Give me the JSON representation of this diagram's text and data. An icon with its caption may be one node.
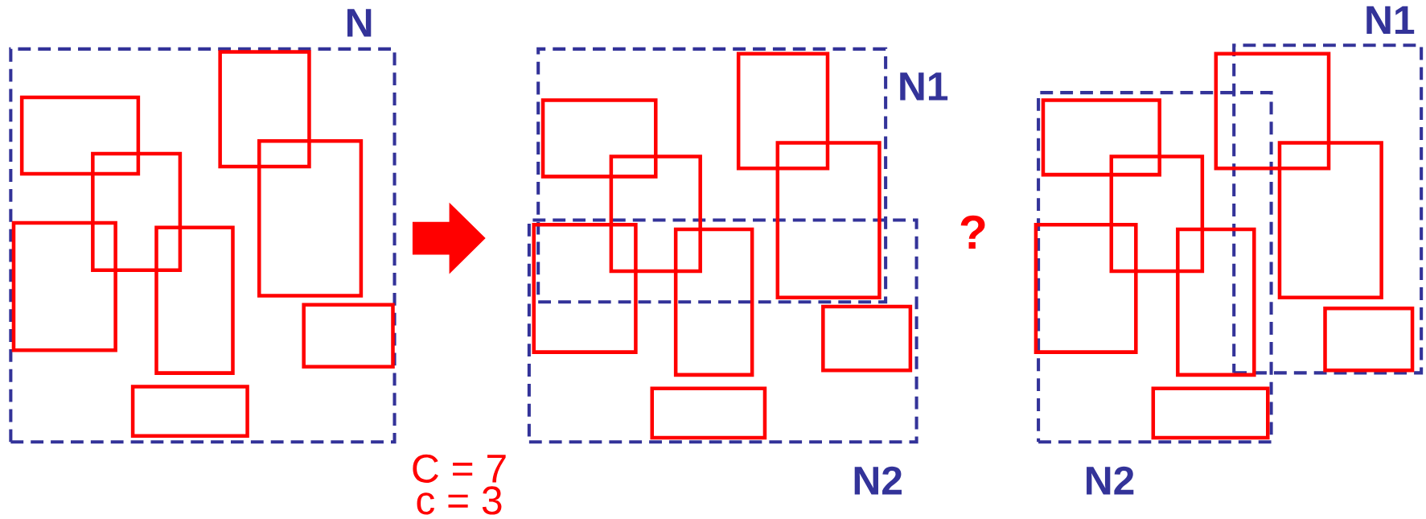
{
  "diagram": {
    "nodes": [
      {
        "text": [
          "N"
        ]
      },
      {
        "text": [],
        "shape": "box",
        "in": 0
      },
      {
        "text": [],
        "shape": "box",
        "in": 0
      },
      {
        "text": [],
        "shape": "box",
        "in": 0
      },
      {
        "text": [],
        "shape": "box",
        "in": 0
      },
      {
        "text": [],
        "shape": "box",
        "in": 0
      },
      {
        "text": [],
        "shape": "box",
        "in": 0
      },
      {
        "text": [],
        "shape": "box",
        "in": 0
      },
      {
        "text": [],
        "shape": "box",
        "in": 0
      },
      {
        "text": [
          "N1"
        ]
      },
      {
        "text": [
          "N2"
        ]
      },
      {
        "text": [],
        "shape": "box",
        "in": 9
      },
      {
        "text": [],
        "shape": "box",
        "in": 9
      },
      {
        "text": [],
        "shape": "box",
        "in": 9
      },
      {
        "text": [],
        "shape": "box",
        "in": 9
      },
      {
        "text": [],
        "shape": "box",
        "in": 10
      },
      {
        "text": [],
        "shape": "box",
        "in": 10
      },
      {
        "text": [],
        "shape": "box",
        "in": 10
      },
      {
        "text": [],
        "shape": "box",
        "in": 10
      },
      {
        "text": [
          "N1"
        ]
      },
      {
        "text": [
          "N2"
        ]
      },
      {
        "text": [],
        "shape": "box",
        "in": 20
      },
      {
        "text": [],
        "shape": "box"
      },
      {
        "text": [],
        "shape": "box",
        "in": 19
      },
      {
        "text": [],
        "shape": "box",
        "in": 20
      },
      {
        "text": [],
        "shape": "box",
        "in": 20
      },
      {
        "text": [],
        "shape": "box",
        "in": 20
      },
      {
        "text": [],
        "shape": "box",
        "in": 19
      },
      {
        "text": [],
        "shape": "box",
        "in": 20
      }
    ],
    "edges": [
      {
        "from": 0,
        "to": 10,
        "arrow": "to"
      }
    ],
    "labels": [
      "?",
      "C = 7",
      "c = 3"
    ]
  }
}
